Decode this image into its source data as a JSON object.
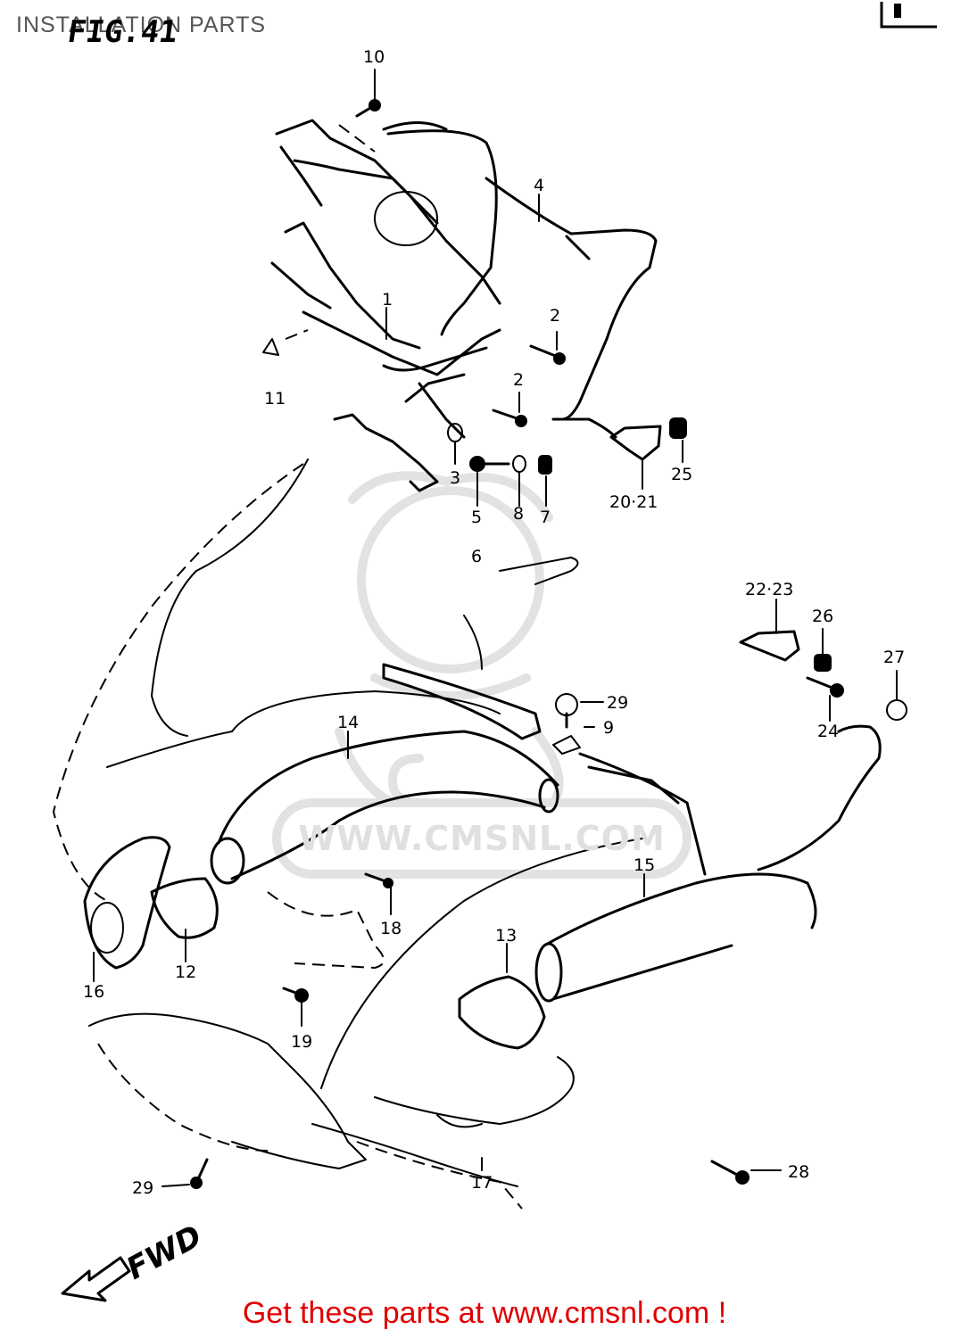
{
  "header": {
    "section_title": "INSTALLATION PARTS",
    "figure_label": "FIG.41"
  },
  "watermark": {
    "brand": "CMS",
    "url": "WWW.CMSNL.COM"
  },
  "diagram": {
    "part_numbers": [
      "1",
      "2",
      "3",
      "4",
      "5",
      "6",
      "7",
      "8",
      "9",
      "10",
      "11",
      "12",
      "13",
      "14",
      "15",
      "16",
      "17",
      "18",
      "19",
      "20·21",
      "22·23",
      "24",
      "25",
      "26",
      "27",
      "28",
      "29"
    ],
    "direction_label": "FWD"
  },
  "footer": {
    "link_text": "Get these parts at www.cmsnl.com !",
    "link_color": "#e00000"
  }
}
